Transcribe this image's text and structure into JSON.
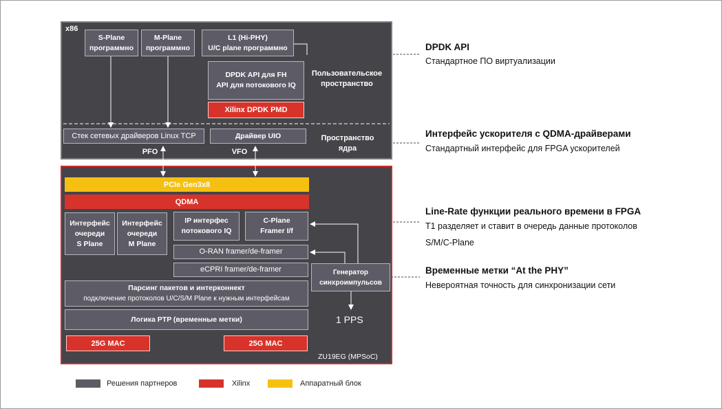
{
  "x86": {
    "label": "x86",
    "s_plane": [
      "S-Plane",
      "программно"
    ],
    "m_plane": [
      "M-Plane",
      "программно"
    ],
    "l1": [
      "L1 (Hi-PHY)",
      "U/C plane программно"
    ],
    "dpdk_fh": [
      "DPDK API для FH",
      "API для потокового IQ"
    ],
    "xilinx_pmd": "Xilinx DPDK PMD",
    "user_space": [
      "Пользовательское",
      "пространство"
    ],
    "tcp_stack": "Стек сетевых драйверов Linux TCP",
    "uio_driver": "Драйвер UIO",
    "kernel_space": [
      "Пространство",
      "ядра"
    ],
    "pfo": "PFO",
    "vfo": "VFO"
  },
  "fpga": {
    "pcie": "PCIe Gen3x8",
    "qdma": "QDMA",
    "s_plane_if": [
      "Интерфейс",
      "очереди",
      "S Plane"
    ],
    "m_plane_if": [
      "Интерфейс",
      "очереди",
      "M Plane"
    ],
    "ip_iq": [
      "IP интерфес",
      "потокового IQ"
    ],
    "cplane": [
      "C-Plane",
      "Framer I/f"
    ],
    "oran": "O-RAN framer/de-framer",
    "ecpri": "eCPRI framer/de-framer",
    "sync_gen": [
      "Генератор",
      "синхроимпульсов"
    ],
    "parsing_title": "Парсинг пакетов и интерконнект",
    "parsing_sub": "подключение протоколов U/C/S/M Plane к нужным интерфейсам",
    "ptp": "Логика PTP (временные метки)",
    "mac1": "25G MAC",
    "mac2": "25G MAC",
    "pps": "1 PPS",
    "chip": "ZU19EG (MPSoC)"
  },
  "annotations": [
    {
      "title": "DPDK API",
      "lines": [
        "Стандартное ПО виртуализации"
      ]
    },
    {
      "title": "Интерфейс ускорителя с QDMA-драйверами",
      "lines": [
        "Стандартный интерфейс для FPGA ускорителей"
      ]
    },
    {
      "title": "Line-Rate функции реального времени в FPGA",
      "lines": [
        "T1 разделяет и ставит в очередь данные протоколов",
        "S/M/C-Plane"
      ]
    },
    {
      "title": "Временные метки “At the PHY”",
      "lines": [
        "Невероятная точность для синхронизации сети"
      ]
    }
  ],
  "legend": [
    {
      "label": "Решения партнеров",
      "color": "#5d5c66"
    },
    {
      "label": "Xilinx",
      "color": "#d8332b"
    },
    {
      "label": "Аппаратный блок",
      "color": "#f5c012"
    }
  ]
}
